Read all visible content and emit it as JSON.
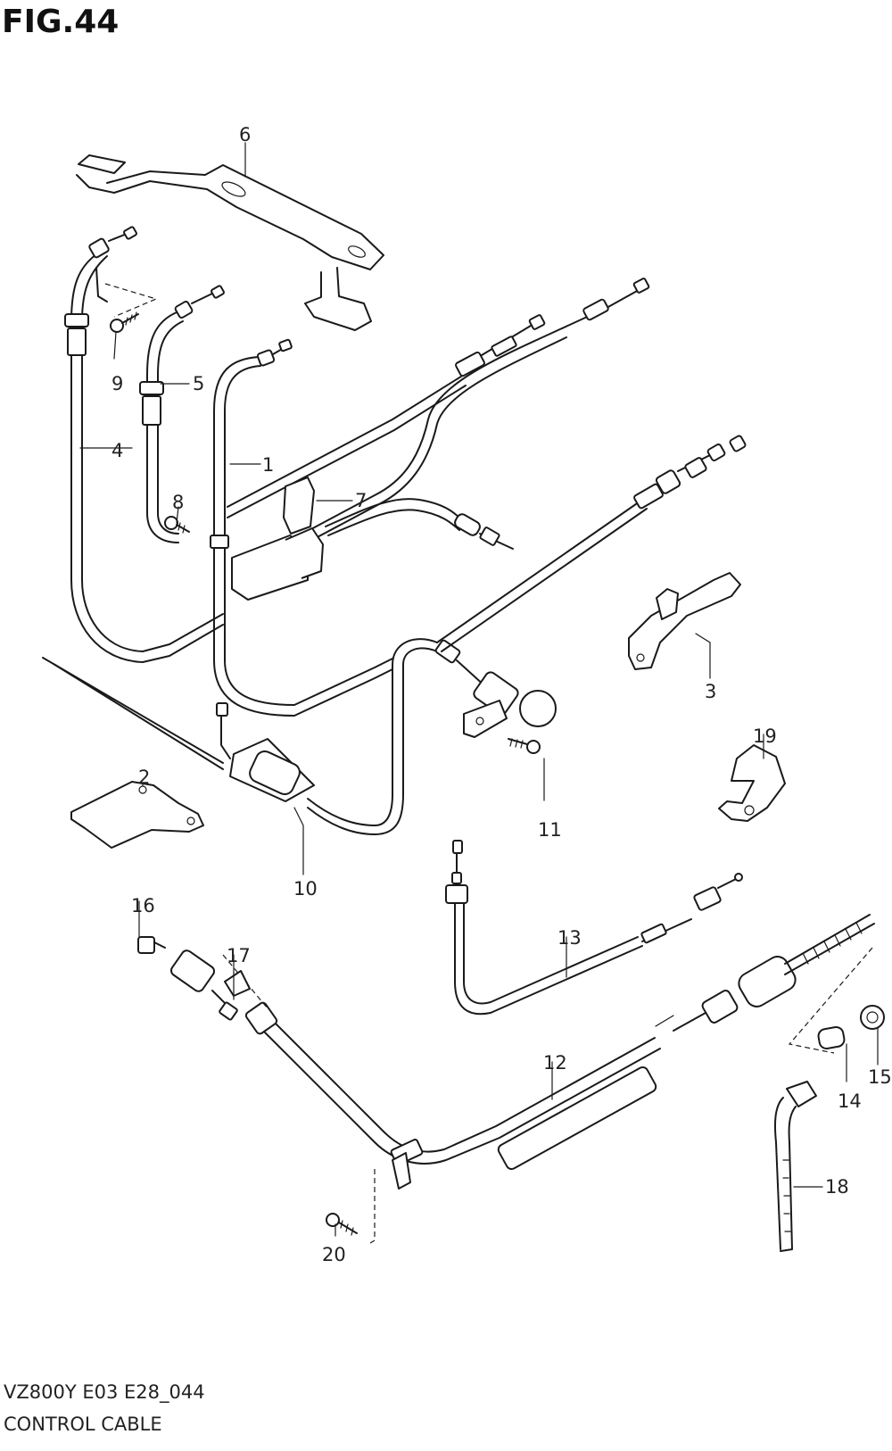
{
  "figure": {
    "title": "FIG.44",
    "model_code": "VZ800Y E03 E28_044",
    "caption": "CONTROL CABLE"
  },
  "callouts": [
    "1",
    "2",
    "3",
    "4",
    "5",
    "6",
    "7",
    "8",
    "9",
    "10",
    "11",
    "12",
    "13",
    "14",
    "15",
    "16",
    "17",
    "18",
    "19",
    "20"
  ]
}
